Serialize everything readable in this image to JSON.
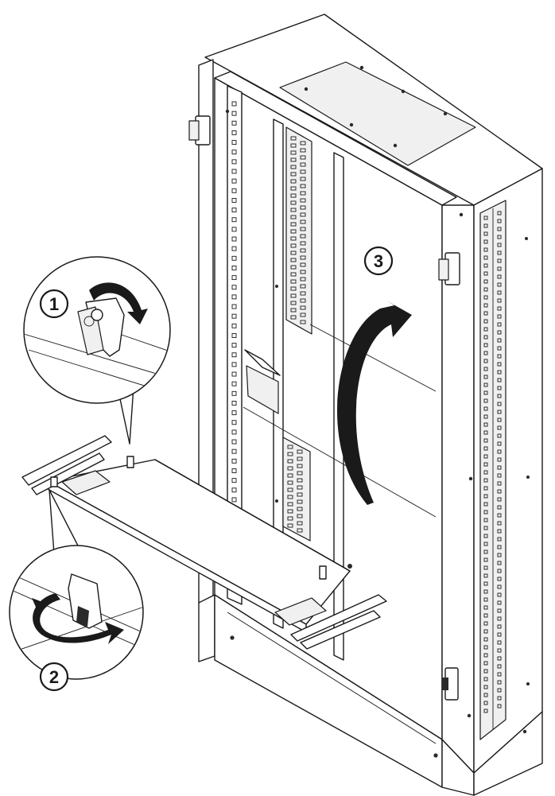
{
  "steps": [
    {
      "label": "1",
      "icon": "rotate-ccw-arrow-icon"
    },
    {
      "label": "2",
      "icon": "rotate-arrow-icon"
    },
    {
      "label": "3",
      "icon": "swing-up-arrow-icon"
    }
  ]
}
